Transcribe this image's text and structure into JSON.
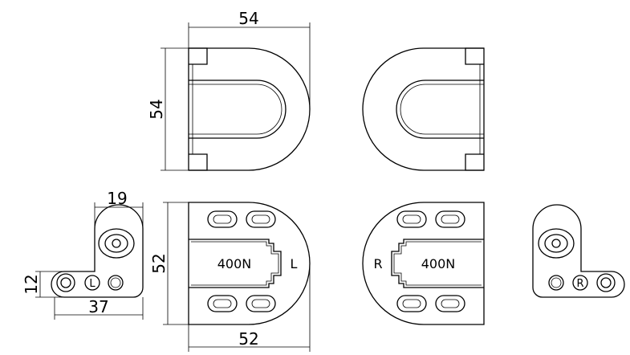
{
  "dimensions": {
    "top_width": "54",
    "top_height": "54",
    "small_height_19": "19",
    "small_height_12": "12",
    "small_width_37": "37",
    "plate_height": "52",
    "plate_width": "52"
  },
  "labels": {
    "left_load": "400N",
    "left_side": "L",
    "right_load": "400N",
    "right_side": "R",
    "bracket_left_mark": "L",
    "bracket_right_mark": "R"
  }
}
